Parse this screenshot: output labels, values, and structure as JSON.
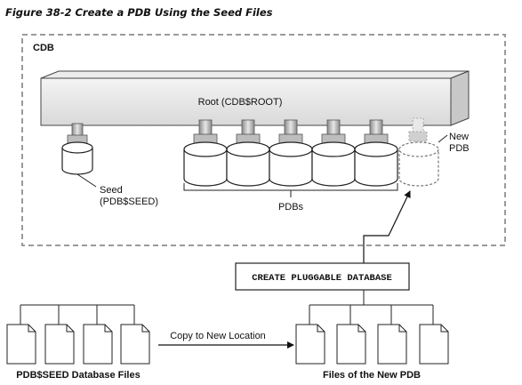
{
  "figure_caption": "Figure 38-2 Create a PDB Using the Seed Files",
  "container_label": "CDB",
  "root_label": "Root (CDB$ROOT)",
  "seed_label_line1": "Seed",
  "seed_label_line2": "(PDB$SEED)",
  "pdbs_label": "PDBs",
  "new_pdb_line1": "New",
  "new_pdb_line2": "PDB",
  "command": "CREATE PLUGGABLE DATABASE",
  "copy_label": "Copy to New Location",
  "seed_files_label": "PDB$SEED Database Files",
  "new_files_label": "Files of the New PDB"
}
